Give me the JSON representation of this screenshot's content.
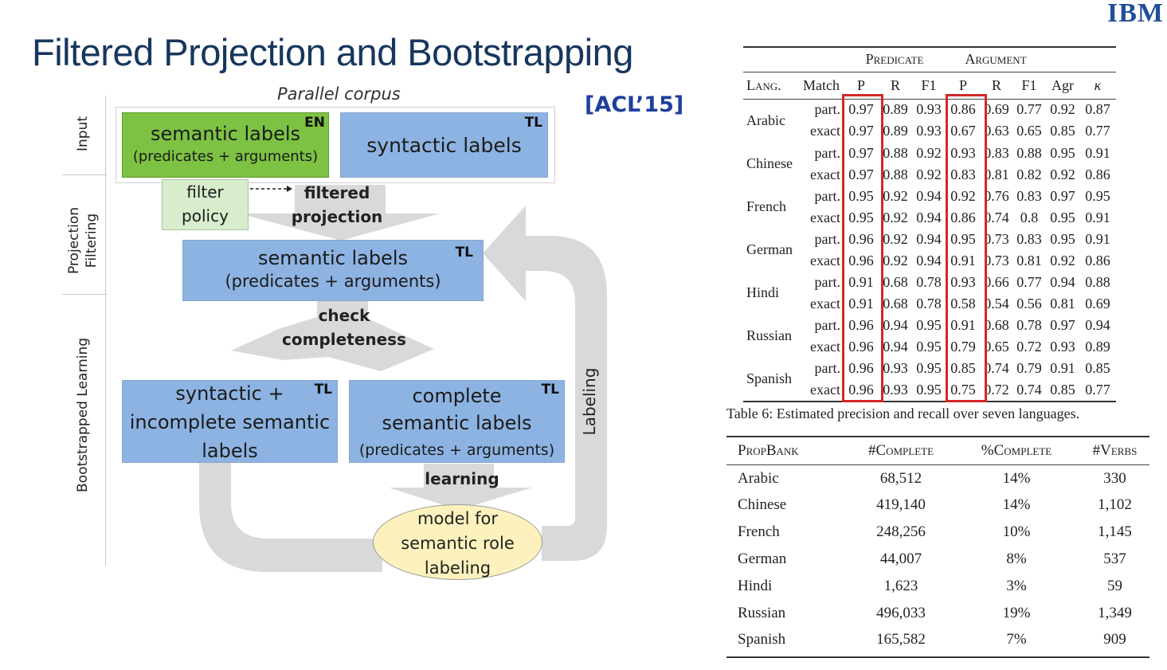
{
  "title": "Filtered Projection and Bootstrapping",
  "logo": "IBM",
  "citation": "[ACL’15]",
  "diagram": {
    "corpus_label": "Parallel corpus",
    "sections": [
      "Input",
      "Projection Filtering",
      "Bootstrapped Learning"
    ],
    "box_en": {
      "line1": "semantic labels",
      "line2": "(predicates + arguments)",
      "tag": "EN"
    },
    "box_syntactic": {
      "line1": "syntactic labels",
      "tag": "TL"
    },
    "filter_policy": {
      "line1": "filter",
      "line2": "policy"
    },
    "filtered_projection": {
      "line1": "filtered",
      "line2": "projection"
    },
    "box_tl_semantic": {
      "line1": "semantic labels",
      "line2": "(predicates + arguments)",
      "tag": "TL"
    },
    "check_completeness": {
      "line1": "check",
      "line2": "completeness"
    },
    "box_incomplete": {
      "line1": "syntactic +",
      "line2": "incomplete semantic",
      "line3": "labels",
      "tag": "TL"
    },
    "box_complete": {
      "line1": "complete",
      "line2": "semantic labels",
      "line3": "(predicates + arguments)",
      "tag": "TL"
    },
    "learning": "learning",
    "model": {
      "line1": "model for",
      "line2": "semantic role",
      "line3": "labeling"
    },
    "labeling": "Labeling"
  },
  "table6": {
    "group_headers": [
      "Predicate",
      "Argument"
    ],
    "columns": [
      "Lang.",
      "Match",
      "P",
      "R",
      "F1",
      "P",
      "R",
      "F1",
      "Agr",
      "κ"
    ],
    "rows": [
      {
        "lang": "Arabic",
        "part": [
          "0.97",
          "0.89",
          "0.93",
          "0.86",
          "0.69",
          "0.77",
          "0.92",
          "0.87"
        ],
        "exact": [
          "0.97",
          "0.89",
          "0.93",
          "0.67",
          "0.63",
          "0.65",
          "0.85",
          "0.77"
        ]
      },
      {
        "lang": "Chinese",
        "part": [
          "0.97",
          "0.88",
          "0.92",
          "0.93",
          "0.83",
          "0.88",
          "0.95",
          "0.91"
        ],
        "exact": [
          "0.97",
          "0.88",
          "0.92",
          "0.83",
          "0.81",
          "0.82",
          "0.92",
          "0.86"
        ]
      },
      {
        "lang": "French",
        "part": [
          "0.95",
          "0.92",
          "0.94",
          "0.92",
          "0.76",
          "0.83",
          "0.97",
          "0.95"
        ],
        "exact": [
          "0.95",
          "0.92",
          "0.94",
          "0.86",
          "0.74",
          "0.8",
          "0.95",
          "0.91"
        ]
      },
      {
        "lang": "German",
        "part": [
          "0.96",
          "0.92",
          "0.94",
          "0.95",
          "0.73",
          "0.83",
          "0.95",
          "0.91"
        ],
        "exact": [
          "0.96",
          "0.92",
          "0.94",
          "0.91",
          "0.73",
          "0.81",
          "0.92",
          "0.86"
        ]
      },
      {
        "lang": "Hindi",
        "part": [
          "0.91",
          "0.68",
          "0.78",
          "0.93",
          "0.66",
          "0.77",
          "0.94",
          "0.88"
        ],
        "exact": [
          "0.91",
          "0.68",
          "0.78",
          "0.58",
          "0.54",
          "0.56",
          "0.81",
          "0.69"
        ]
      },
      {
        "lang": "Russian",
        "part": [
          "0.96",
          "0.94",
          "0.95",
          "0.91",
          "0.68",
          "0.78",
          "0.97",
          "0.94"
        ],
        "exact": [
          "0.96",
          "0.94",
          "0.95",
          "0.79",
          "0.65",
          "0.72",
          "0.93",
          "0.89"
        ]
      },
      {
        "lang": "Spanish",
        "part": [
          "0.96",
          "0.93",
          "0.95",
          "0.85",
          "0.74",
          "0.79",
          "0.91",
          "0.85"
        ],
        "exact": [
          "0.96",
          "0.93",
          "0.95",
          "0.75",
          "0.72",
          "0.74",
          "0.85",
          "0.77"
        ]
      }
    ],
    "match_labels": [
      "part.",
      "exact"
    ],
    "caption": "Table 6: Estimated precision and recall over seven languages.",
    "highlight_color": "#d42727"
  },
  "table7": {
    "columns": [
      "PropBank",
      "#Complete",
      "%Complete",
      "#Verbs"
    ],
    "rows": [
      [
        "Arabic",
        "68,512",
        "14%",
        "330"
      ],
      [
        "Chinese",
        "419,140",
        "14%",
        "1,102"
      ],
      [
        "French",
        "248,256",
        "10%",
        "1,145"
      ],
      [
        "German",
        "44,007",
        "8%",
        "537"
      ],
      [
        "Hindi",
        "1,623",
        "3%",
        "59"
      ],
      [
        "Russian",
        "496,033",
        "19%",
        "1,349"
      ],
      [
        "Spanish",
        "165,582",
        "7%",
        "909"
      ]
    ]
  },
  "colors": {
    "title": "#17365d",
    "blue_box": "#8db3e2",
    "green_box": "#7dc242",
    "ellipse": "#fdf2bd",
    "arrow": "#d9d9d9"
  }
}
